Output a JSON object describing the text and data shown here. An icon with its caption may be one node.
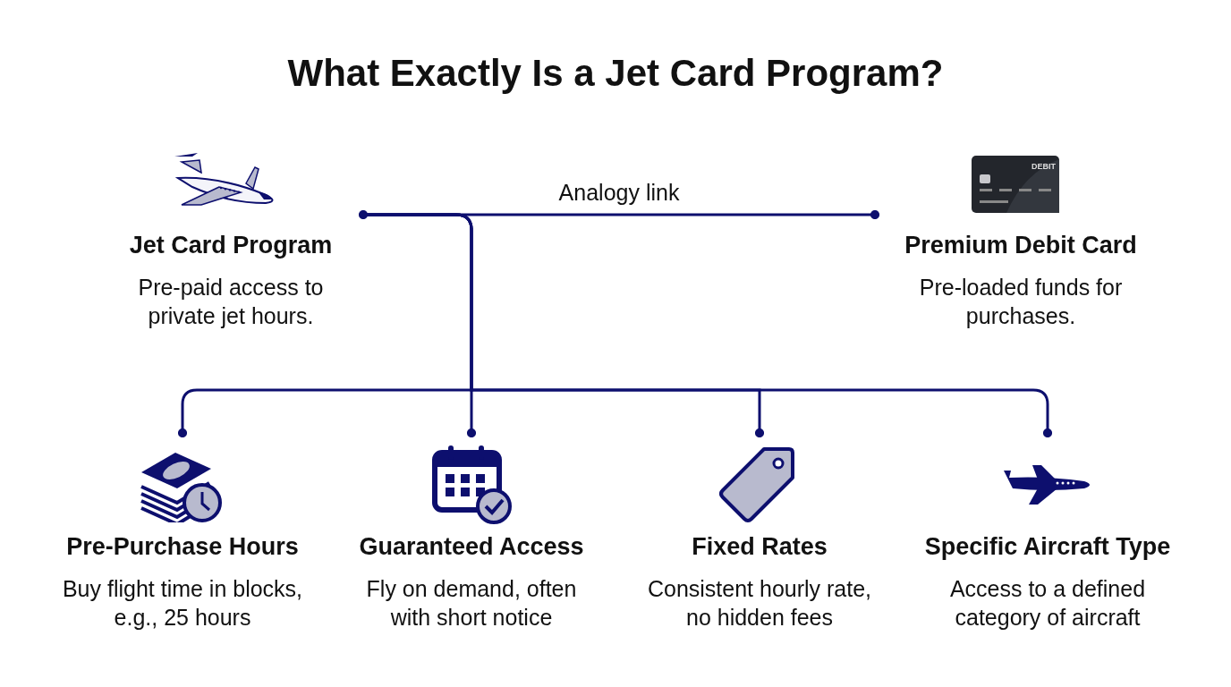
{
  "diagram": {
    "title": "What Exactly Is a Jet Card Program?",
    "nodes": [
      {
        "text": [
          "Jet Card Program",
          "Pre-paid access to private jet hours."
        ]
      },
      {
        "text": [
          "Premium Debit Card",
          "Pre-loaded funds for purchases."
        ]
      },
      {
        "text": [
          "Pre-Purchase Hours",
          "Buy flight time in blocks, e.g., 25 hours"
        ]
      },
      {
        "text": [
          "Guaranteed Access",
          "Fly on demand, often with short notice"
        ]
      },
      {
        "text": [
          "Fixed Rates",
          "Consistent hourly rate, no hidden fees"
        ]
      },
      {
        "text": [
          "Specific Aircraft Type",
          "Access to a defined category of aircraft"
        ]
      }
    ],
    "edges": [
      {
        "from": 0,
        "to": 1,
        "arrow": "other",
        "label": "Analogy link"
      },
      {
        "from": 0,
        "to": 2,
        "arrow": "other"
      },
      {
        "from": 0,
        "to": 3,
        "arrow": "other"
      },
      {
        "from": 0,
        "to": 4,
        "arrow": "other"
      },
      {
        "from": 0,
        "to": 5,
        "arrow": "other"
      }
    ],
    "labels": [
      "DEBIT"
    ]
  }
}
